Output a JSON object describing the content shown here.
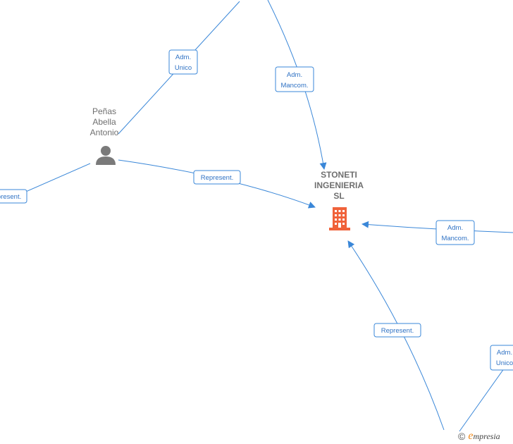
{
  "company": {
    "name_lines": [
      "STONETI",
      "INGENIERIA",
      "SL"
    ],
    "icon": "building-icon",
    "color": "#f0623a"
  },
  "person": {
    "name_lines": [
      "Peñas",
      "Abella",
      "Antonio"
    ],
    "icon": "person-icon",
    "color": "#7a7a7a"
  },
  "edge_labels": {
    "adm_unico_top": [
      "Adm.",
      "Unico"
    ],
    "adm_mancom_top": [
      "Adm.",
      "Mancom."
    ],
    "represent_left": [
      "Represent."
    ],
    "represent_person": [
      "Represent."
    ],
    "adm_mancom_right": [
      "Adm.",
      "Mancom."
    ],
    "represent_bottom": [
      "Represent."
    ],
    "adm_unico_bottom": [
      "Adm.",
      "Unico"
    ]
  },
  "colors": {
    "edge": "#3a87d8",
    "label_text": "#2f72c4"
  },
  "watermark": {
    "symbol": "©",
    "brand_initial": "e",
    "brand_rest": "mpresia"
  }
}
